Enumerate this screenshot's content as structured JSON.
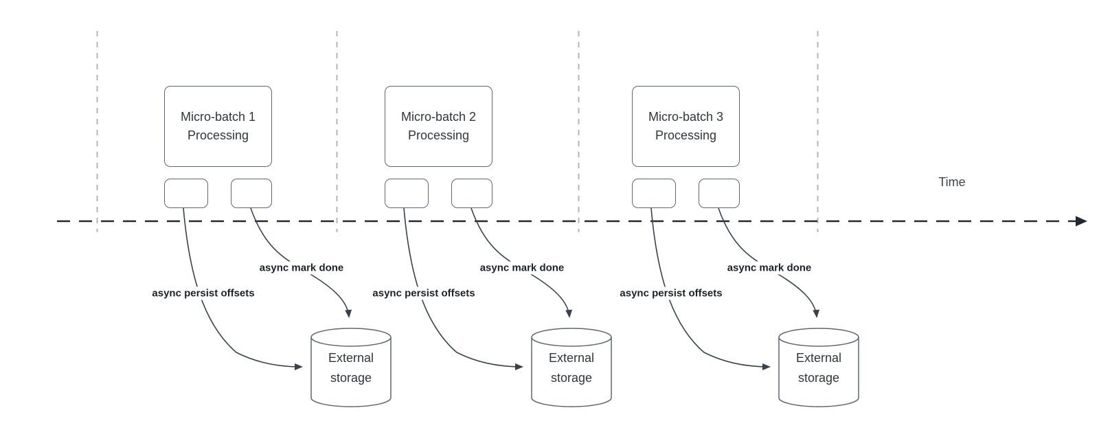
{
  "diagram": {
    "time_label": "Time",
    "groups": [
      {
        "title": "Micro-batch 1 Processing",
        "persist_label": "async persist offsets",
        "done_label": "async mark done",
        "storage_label": "External storage"
      },
      {
        "title": "Micro-batch 2 Processing",
        "persist_label": "async persist offsets",
        "done_label": "async mark done",
        "storage_label": "External storage"
      },
      {
        "title": "Micro-batch 3 Processing",
        "persist_label": "async persist offsets",
        "done_label": "async mark done",
        "storage_label": "External storage"
      }
    ],
    "colors": {
      "shape_border": "#5f656e",
      "edge_stroke": "#3a414b",
      "timeline_stroke": "#23282f",
      "boundary_stroke": "#b5b5b5",
      "label_text": "#1c2128",
      "shape_text": "#30353c"
    }
  }
}
